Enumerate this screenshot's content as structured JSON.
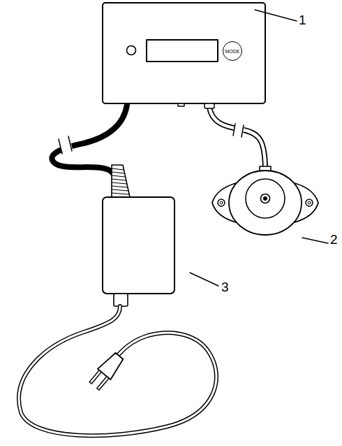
{
  "diagram": {
    "nodes": [
      {
        "text": [
          "MODE"
        ]
      }
    ],
    "labels": [
      "1",
      "2",
      "3"
    ]
  }
}
